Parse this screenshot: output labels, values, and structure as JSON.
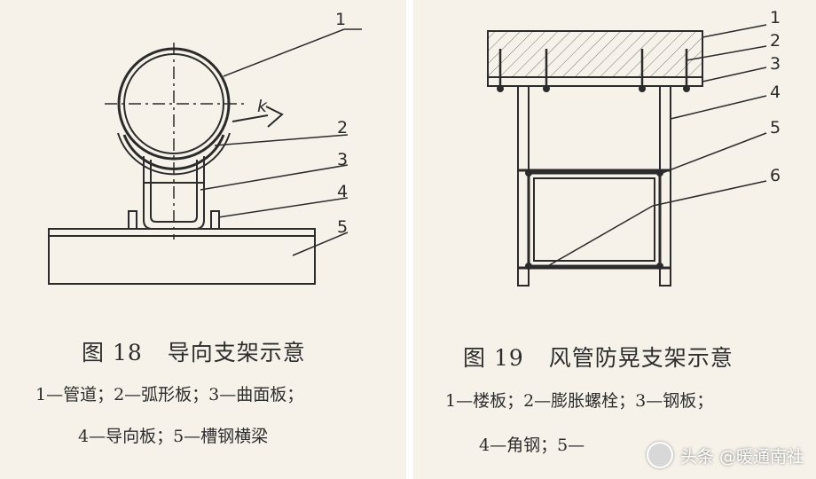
{
  "figure18": {
    "caption_num": "图 18",
    "caption_title": "导向支架示意",
    "legend_line1": "1—管道；2—弧形板；3—曲面板；",
    "legend_line2": "4—导向板；5—槽钢横梁",
    "labels": [
      "1",
      "2",
      "3",
      "4",
      "5"
    ],
    "force_label": "k"
  },
  "figure19": {
    "caption_num": "图 19",
    "caption_title": "风管防晃支架示意",
    "legend_line1": "1—楼板；2—膨胀螺栓；3—钢板；",
    "legend_line2": "4—角钢；5—",
    "labels": [
      "1",
      "2",
      "3",
      "4",
      "5",
      "6"
    ]
  },
  "watermark": {
    "text": "头条 @暖通南社"
  }
}
